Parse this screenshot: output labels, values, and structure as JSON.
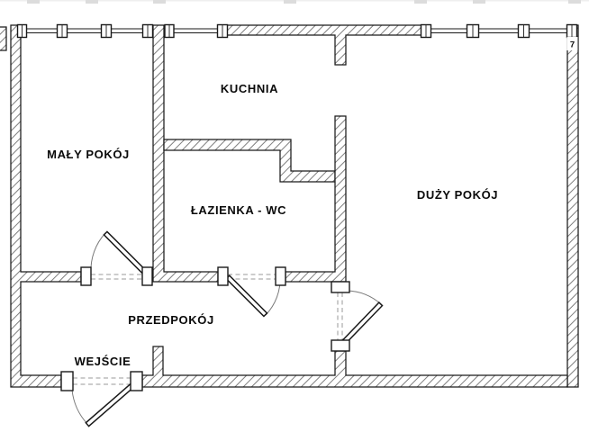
{
  "theme": {
    "background": "#ffffff",
    "wall_outline": "#1a1a1a",
    "hatch": "#707070",
    "dash": "#9a9a9a",
    "arc": "#7a7a7a",
    "text": "#0a0a0a"
  },
  "plan": {
    "unit_number": "7",
    "rooms": [
      {
        "id": "maly-pokoj",
        "label": "MAŁY POKÓJ"
      },
      {
        "id": "kuchnia",
        "label": "KUCHNIA"
      },
      {
        "id": "lazienka-wc",
        "label": "ŁAZIENKA - WC"
      },
      {
        "id": "duzy-pokoj",
        "label": "DUŻY POKÓJ"
      },
      {
        "id": "przedpokoj",
        "label": "PRZEDPOKÓJ"
      },
      {
        "id": "wejscie",
        "label": "WEJŚCIE"
      }
    ]
  }
}
